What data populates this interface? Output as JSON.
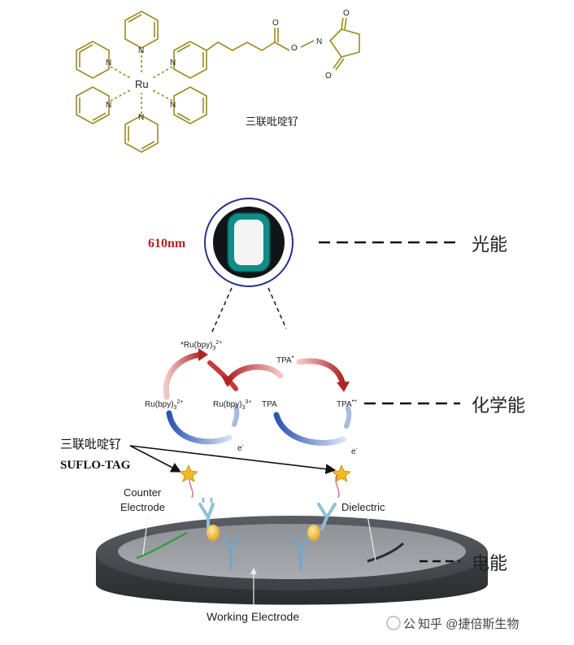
{
  "molecule": {
    "center_atom": "Ru",
    "n_label": "N",
    "o_label": "O",
    "caption": "三联吡啶钌"
  },
  "optical": {
    "wavelength": "610nm",
    "energy_label": "光能",
    "line_color": "#9a8a20",
    "accent_color": "#b22222"
  },
  "chemical": {
    "excited": "*Ru(bpy)",
    "excited_sub": "3",
    "excited_sup": "2+",
    "ground": "Ru(bpy)",
    "ground_sub": "3",
    "ground_sup": "2+",
    "oxidized": "Ru(bpy)",
    "oxidized_sub": "3",
    "oxidized_sup": "3+",
    "tpa": "TPA",
    "tpa_radical": "TPA",
    "tpa_radical_sup": "•",
    "tpa_cation": "TPA",
    "tpa_cation_sup": "•+",
    "electron1": "e",
    "electron1_sup": "-",
    "electron2": "e",
    "electron2_sup": "-",
    "energy_label": "化学能"
  },
  "electrode": {
    "tag_cn": "三联吡啶钌",
    "tag_en": "SUFLO-TAG",
    "counter_line1": "Counter",
    "counter_line2": "Electrode",
    "dielectric": "Dielectric",
    "working": "Working Electrode",
    "energy_label": "电能"
  },
  "watermark": {
    "text": "知乎 @捷倍斯生物",
    "prefix": "公"
  }
}
